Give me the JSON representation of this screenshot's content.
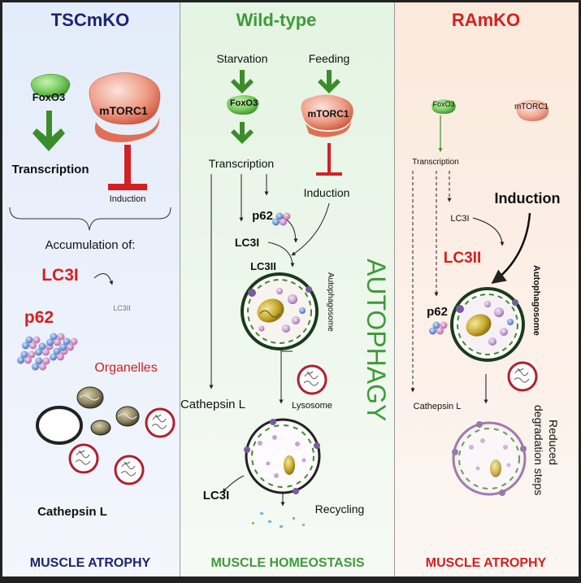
{
  "colors": {
    "panel_left_bg": "#e6eefb",
    "panel_mid_bg": "#eaf6e8",
    "panel_right_bg": "#fbefe6",
    "navy": "#1d2470",
    "green": "#3f9a3a",
    "red": "#d42020",
    "arrow_green": "#3c8c2a"
  },
  "left": {
    "title": "TSCmKO",
    "foxo3": "FoxO3",
    "mtorc1": "mTORC1",
    "transcription": "Transcription",
    "induction": "Induction",
    "accumulation": "Accumulation of:",
    "lc3i": "LC3I",
    "lc3ii": "LC3II",
    "p62": "p62",
    "organelles": "Organelles",
    "cathepsin": "Cathepsin L",
    "footer": "MUSCLE ATROPHY"
  },
  "middle": {
    "title": "Wild-type",
    "starvation": "Starvation",
    "feeding": "Feeding",
    "foxo3": "FoxO3",
    "mtorc1": "mTORC1",
    "transcription": "Transcription",
    "induction": "Induction",
    "p62": "p62",
    "lc3i": "LC3I",
    "lc3ii": "LC3II",
    "autophagosome": "Autophagosome",
    "cathepsin": "Cathepsin L",
    "lysosome": "Lysosome",
    "lc3i_bottom": "LC3I",
    "recycling": "Recycling",
    "autophagy": "AUTOPHAGY",
    "footer": "MUSCLE HOMEOSTASIS"
  },
  "right": {
    "title": "RAmKO",
    "foxo3": "FoxO3",
    "mtorc1": "mTORC1",
    "transcription": "Transcription",
    "induction": "Induction",
    "lc3i": "LC3I",
    "lc3ii": "LC3II",
    "p62": "p62",
    "autophagosome": "Autophagosome",
    "cathepsin": "Cathepsin L",
    "reduced_line1": "Reduced",
    "reduced_line2": "degradation steps",
    "footer": "MUSCLE ATROPHY"
  }
}
